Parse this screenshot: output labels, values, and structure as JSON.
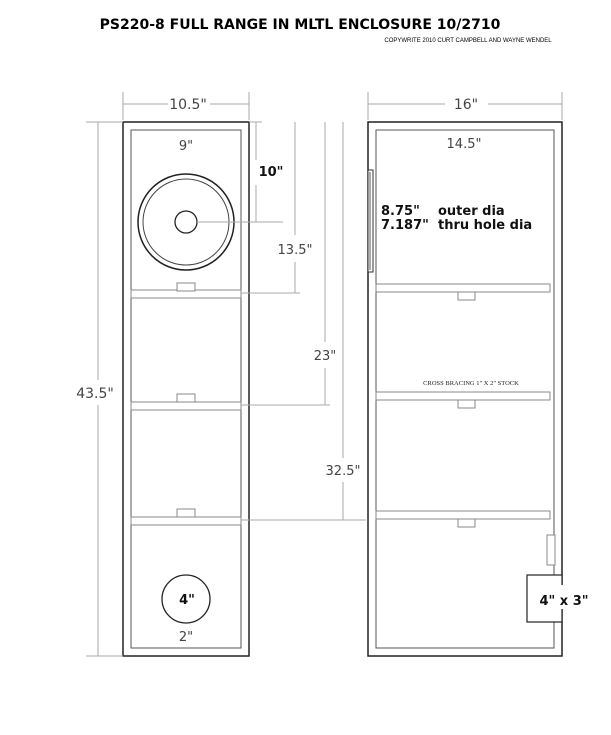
{
  "title": "PS220-8 FULL RANGE IN MLTL ENCLOSURE 10/2710",
  "copyright": "COPYWRITE 2010 CURT CAMPBELL AND WAYNE WENDEL",
  "front": {
    "width_label": "10.5\"",
    "inner_width_label": "9\"",
    "height_label": "43.5\"",
    "driver_height_label": "10\"",
    "brace1_label": "13.5\"",
    "brace2_label": "23\"",
    "brace3_label": "32.5\"",
    "port_diameter_label": "4\"",
    "port_height_label": "2\""
  },
  "side": {
    "width_label": "16\"",
    "inner_width_label": "14.5\"",
    "outer_dia_value": "8.75\"",
    "outer_dia_text": "outer dia",
    "thru_hole_value": "7.187\"",
    "thru_hole_text": "thru hole dia",
    "bracing_note": "CROSS BRACING 1\" X 2\" STOCK",
    "port_size_label": "4\" x 3\""
  }
}
